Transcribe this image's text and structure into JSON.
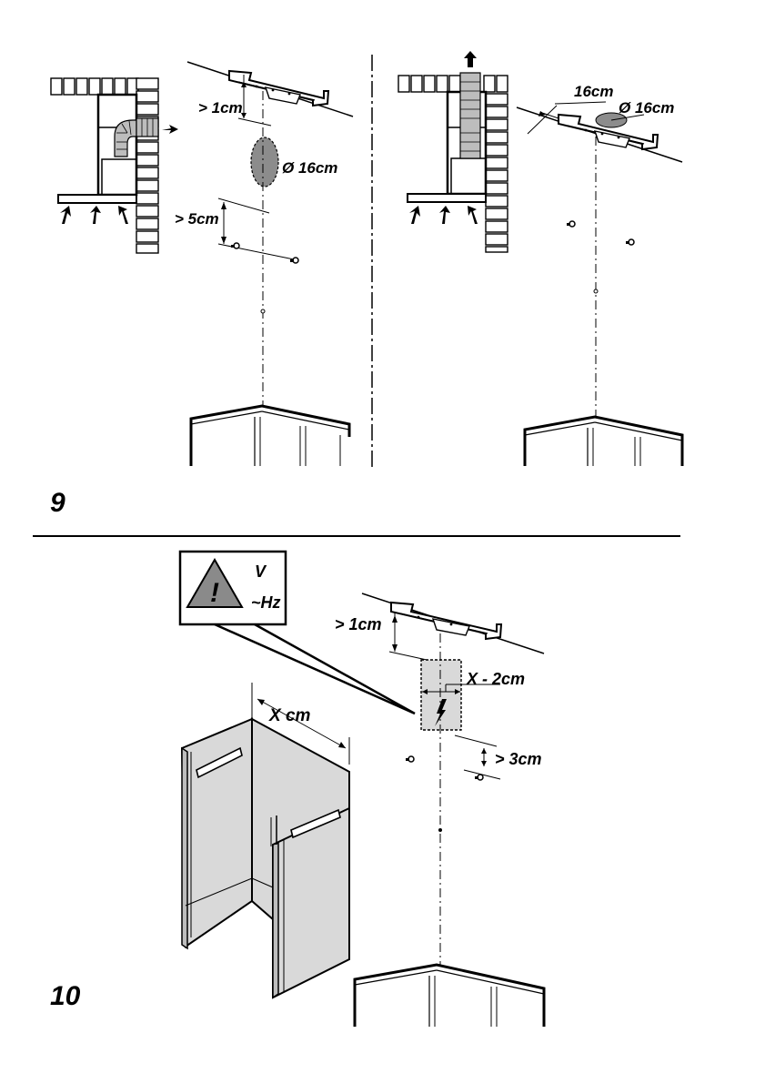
{
  "figure9": {
    "number": "9",
    "left_panel": {
      "clearance_top": "> 1cm",
      "duct_diameter": "Ø 16cm",
      "clearance_bottom": "> 5cm"
    },
    "right_panel": {
      "offset": "16cm",
      "duct_diameter": "Ø 16cm"
    }
  },
  "figure10": {
    "number": "10",
    "warning_symbol": "!",
    "voltage_label": "V",
    "frequency_label": "~Hz",
    "clearance_top": "> 1cm",
    "socket_width": "X - 2cm",
    "chimney_width": "X cm",
    "clearance_bottom": "> 3cm"
  },
  "colors": {
    "line": "#000000",
    "shade": "#d9d9d9",
    "duct_shade": "#8c8c8c",
    "warning_fill": "#8a8a8a"
  }
}
